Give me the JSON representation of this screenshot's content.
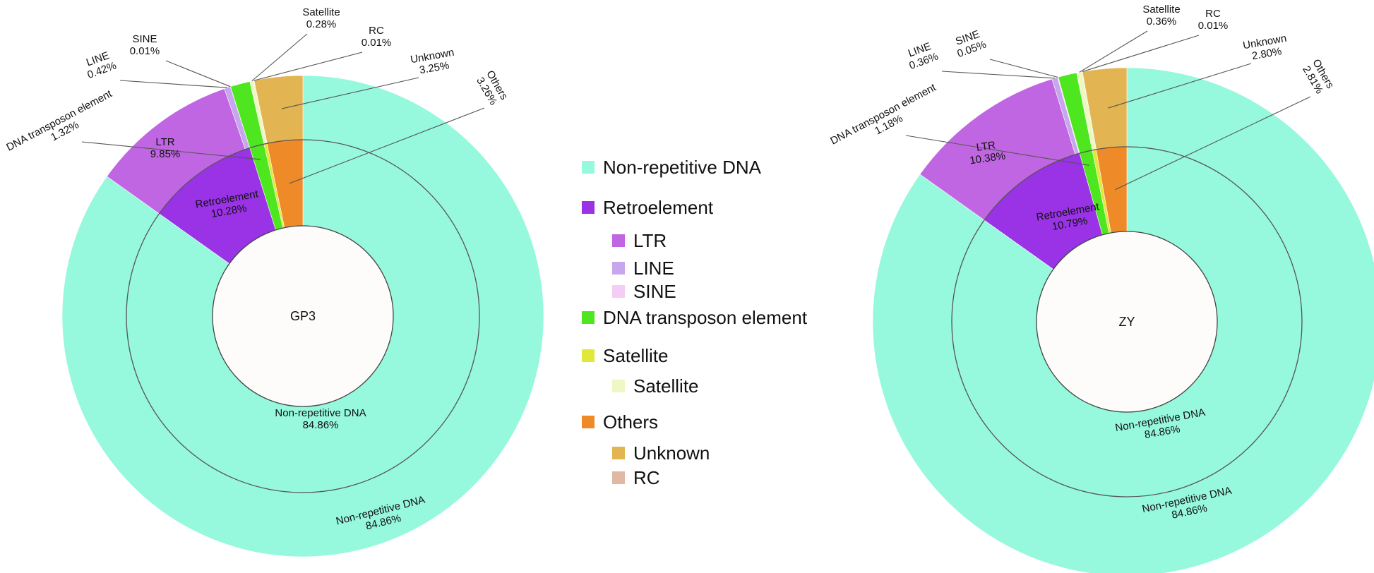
{
  "legend": [
    {
      "label": "Non-repetitive DNA",
      "color": "#96f8dc",
      "level": 0
    },
    {
      "label": "Retroelement",
      "color": "#9a32e6",
      "level": 0
    },
    {
      "label": "LTR",
      "color": "#c066e2",
      "level": 1
    },
    {
      "label": "LINE",
      "color": "#c7a6ee",
      "level": 1
    },
    {
      "label": "SINE",
      "color": "#f4cdf4",
      "level": 1
    },
    {
      "label": "DNA transposon element",
      "color": "#4ee61e",
      "level": 0
    },
    {
      "label": "Satellite",
      "color": "#e0e83a",
      "level": 0
    },
    {
      "label": "Satellite",
      "color": "#eef8c4",
      "level": 1
    },
    {
      "label": "Others",
      "color": "#ee8a28",
      "level": 0
    },
    {
      "label": "Unknown",
      "color": "#e3b452",
      "level": 1
    },
    {
      "label": "RC",
      "color": "#e0b8a4",
      "level": 1
    }
  ],
  "chart_data": [
    {
      "type": "pie",
      "center_label": "GP3",
      "inner_ring": [
        {
          "name": "Non-repetitive DNA",
          "value": 84.86,
          "label": "Non-repetitive DNA",
          "value_label": "84.86%",
          "color": "#96f8dc"
        },
        {
          "name": "Retroelement",
          "value": 10.28,
          "label": "Retroelement",
          "value_label": "10.28%",
          "color": "#9a32e6"
        },
        {
          "name": "DNA transposon element",
          "value": 1.32,
          "color": "#4ee61e"
        },
        {
          "name": "Satellite",
          "value": 0.28,
          "color": "#e0e83a"
        },
        {
          "name": "Others",
          "value": 3.26,
          "color": "#ee8a28"
        }
      ],
      "outer_ring": [
        {
          "name": "Non-repetitive DNA",
          "value": 84.86,
          "label": "Non-repetitive DNA",
          "value_label": "84.86%",
          "color": "#96f8dc"
        },
        {
          "name": "LTR",
          "value": 9.85,
          "label": "LTR",
          "value_label": "9.85%",
          "color": "#c066e2"
        },
        {
          "name": "LINE",
          "value": 0.42,
          "label": "LINE",
          "value_label": "0.42%",
          "color": "#c7a6ee"
        },
        {
          "name": "SINE",
          "value": 0.01,
          "label": "SINE",
          "value_label": "0.01%",
          "color": "#f4cdf4"
        },
        {
          "name": "DNA transposon element",
          "value": 1.32,
          "label": "DNA transposon element",
          "value_label": "1.32%",
          "color": "#4ee61e"
        },
        {
          "name": "Satellite",
          "value": 0.28,
          "label": "Satellite",
          "value_label": "0.28%",
          "color": "#eef8c4"
        },
        {
          "name": "RC",
          "value": 0.01,
          "label": "RC",
          "value_label": "0.01%",
          "color": "#e0b8a4"
        },
        {
          "name": "Unknown",
          "value": 3.25,
          "label": "Unknown",
          "value_label": "3.25%",
          "color": "#e3b452"
        }
      ],
      "callouts": [
        {
          "label": "Others",
          "value_label": "3.26%"
        }
      ]
    },
    {
      "type": "pie",
      "center_label": "ZY",
      "inner_ring": [
        {
          "name": "Non-repetitive DNA",
          "value": 84.86,
          "label": "Non-repetitive DNA",
          "value_label": "84.86%",
          "color": "#96f8dc"
        },
        {
          "name": "Retroelement",
          "value": 10.79,
          "label": "Retroelement",
          "value_label": "10.79%",
          "color": "#9a32e6"
        },
        {
          "name": "DNA transposon element",
          "value": 1.18,
          "color": "#4ee61e"
        },
        {
          "name": "Satellite",
          "value": 0.36,
          "color": "#e0e83a"
        },
        {
          "name": "Others",
          "value": 2.81,
          "color": "#ee8a28"
        }
      ],
      "outer_ring": [
        {
          "name": "Non-repetitive DNA",
          "value": 84.86,
          "label": "Non-repetitive DNA",
          "value_label": "84.86%",
          "color": "#96f8dc"
        },
        {
          "name": "LTR",
          "value": 10.38,
          "label": "LTR",
          "value_label": "10.38%",
          "color": "#c066e2"
        },
        {
          "name": "LINE",
          "value": 0.36,
          "label": "LINE",
          "value_label": "0.36%",
          "color": "#c7a6ee"
        },
        {
          "name": "SINE",
          "value": 0.05,
          "label": "SINE",
          "value_label": "0.05%",
          "color": "#f4cdf4"
        },
        {
          "name": "DNA transposon element",
          "value": 1.18,
          "label": "DNA transposon element",
          "value_label": "1.18%",
          "color": "#4ee61e"
        },
        {
          "name": "Satellite",
          "value": 0.36,
          "label": "Satellite",
          "value_label": "0.36%",
          "color": "#eef8c4"
        },
        {
          "name": "RC",
          "value": 0.01,
          "label": "RC",
          "value_label": "0.01%",
          "color": "#e0b8a4"
        },
        {
          "name": "Unknown",
          "value": 2.8,
          "label": "Unknown",
          "value_label": "2.80%",
          "color": "#e3b452"
        }
      ],
      "callouts": [
        {
          "label": "Others",
          "value_label": "2.81%"
        }
      ]
    }
  ]
}
